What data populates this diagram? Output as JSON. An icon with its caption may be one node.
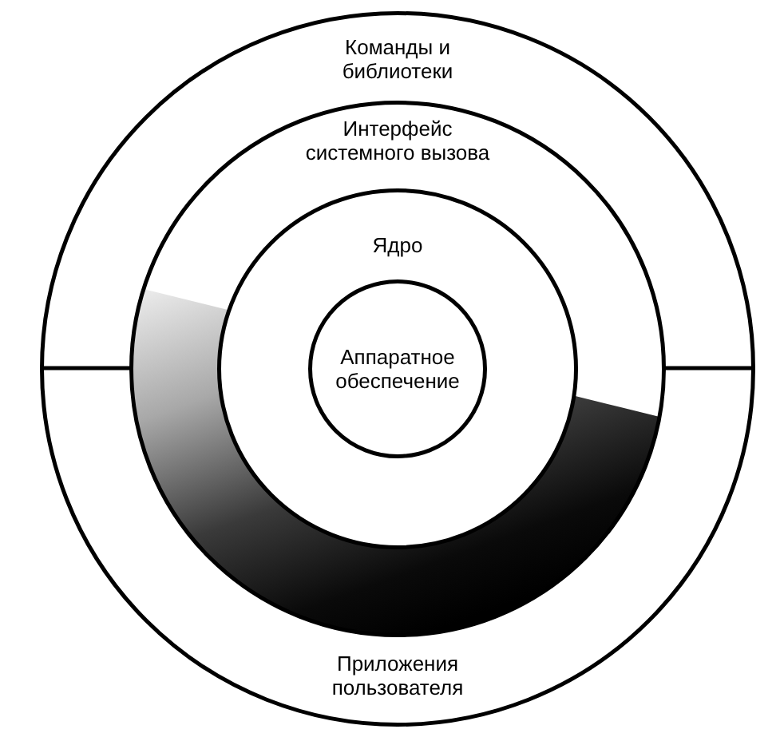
{
  "diagram": {
    "nodes": [
      {
        "text": [
          "Команды и библиотеки",
          "Приложения пользователя"
        ]
      },
      {
        "text": [
          "Интерфейс системного вызова"
        ],
        "in": 0
      },
      {
        "text": [
          "Ядро"
        ],
        "in": 1
      },
      {
        "text": [
          "Аппаратное обеспечение"
        ],
        "in": 2
      }
    ]
  }
}
